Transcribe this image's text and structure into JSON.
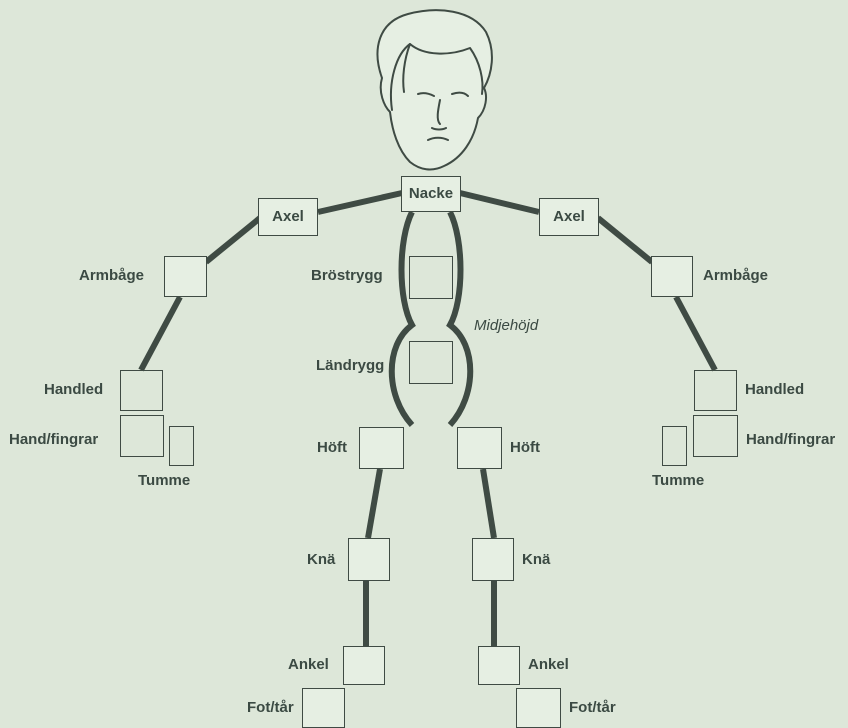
{
  "labels": {
    "nacke": "Nacke",
    "axel_left": "Axel",
    "axel_right": "Axel",
    "armbage_left": "Armbåge",
    "armbage_right": "Armbåge",
    "brostrygg": "Bröstrygg",
    "midjehojd": "Midjehöjd",
    "landrygg": "Ländrygg",
    "handled_left": "Handled",
    "handled_right": "Handled",
    "hand_fingrar_left": "Hand/fingrar",
    "hand_fingrar_right": "Hand/fingrar",
    "tumme_left": "Tumme",
    "tumme_right": "Tumme",
    "hoft_left": "Höft",
    "hoft_right": "Höft",
    "kna_left": "Knä",
    "kna_right": "Knä",
    "ankel_left": "Ankel",
    "ankel_right": "Ankel",
    "fot_tar_left": "Fot/tår",
    "fot_tar_right": "Fot/tår"
  },
  "colors": {
    "background": "#dde7d9",
    "line": "#3f4b44",
    "text": "#3b4a43",
    "selected": "#9fc49a"
  },
  "icons": {
    "head": "head-illustration"
  }
}
